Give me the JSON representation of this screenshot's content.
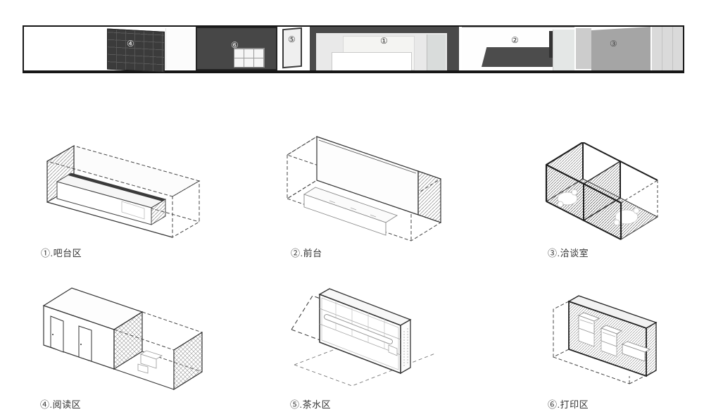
{
  "panorama": {
    "sections": [
      {
        "id": "reading-wall",
        "number": "④"
      },
      {
        "id": "print-wall",
        "number": "⑥"
      },
      {
        "id": "tea-door",
        "number": "⑤"
      },
      {
        "id": "bar-room",
        "number": "①"
      },
      {
        "id": "reception-wall",
        "number": "②"
      },
      {
        "id": "meeting-wall",
        "number": "③"
      }
    ]
  },
  "legend": {
    "items": [
      {
        "id": "bar-area",
        "label": "①.吧台区"
      },
      {
        "id": "reception",
        "label": "②.前台"
      },
      {
        "id": "meeting-room",
        "label": "③.洽谈室"
      },
      {
        "id": "reading-area",
        "label": "④.阅读区"
      },
      {
        "id": "tea-area",
        "label": "⑤.茶水区"
      },
      {
        "id": "print-area",
        "label": "⑥.打印区"
      }
    ]
  },
  "colors": {
    "dark_wall": "#474747",
    "line": "#2a2a2a",
    "gray_wall": "#a5a5a5",
    "light_panel": "#dadada"
  }
}
